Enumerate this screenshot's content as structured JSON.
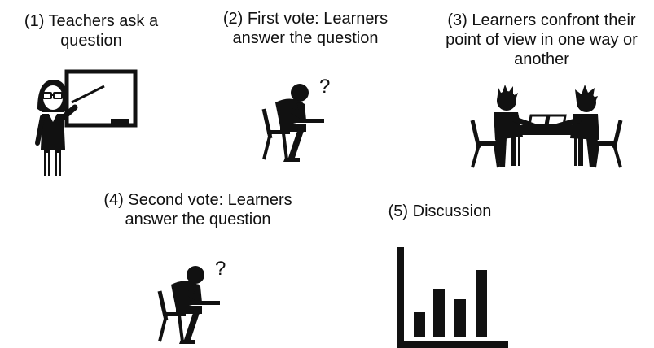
{
  "steps": [
    {
      "lines": [
        "(1) Teachers ask a",
        "question"
      ],
      "icon": "teacher-at-board-icon"
    },
    {
      "lines": [
        "(2) First vote: Learners",
        "answer the question"
      ],
      "icon": "thinking-student-icon"
    },
    {
      "lines": [
        "(3) Learners confront their",
        "point of view in one way or",
        "another"
      ],
      "icon": "group-discussion-icon"
    },
    {
      "lines": [
        "(4) Second vote: Learners",
        "answer the question"
      ],
      "icon": "thinking-student-icon"
    },
    {
      "lines": [
        "(5) Discussion"
      ],
      "icon": "bar-chart-icon"
    }
  ],
  "question_mark": "?",
  "colors": {
    "ink": "#111111",
    "background": "#ffffff"
  }
}
